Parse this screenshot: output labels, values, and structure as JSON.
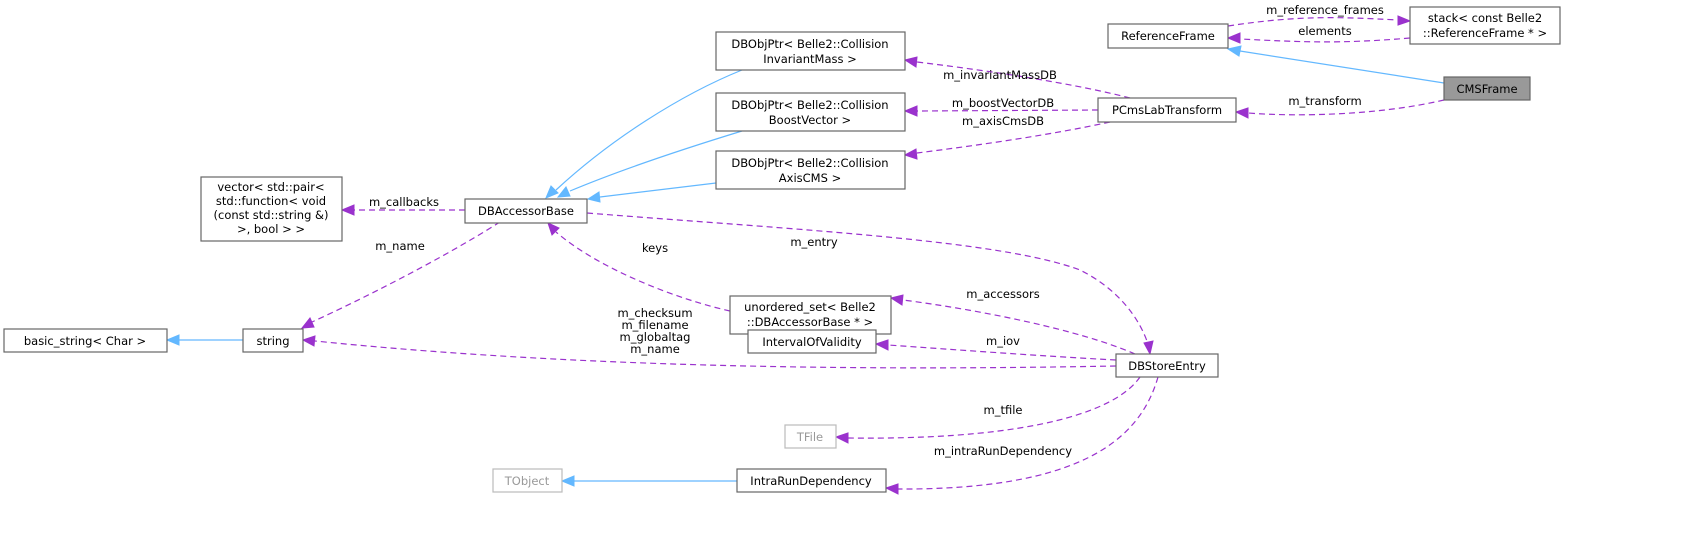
{
  "nodes": {
    "reference_frame": [
      "ReferenceFrame"
    ],
    "stack": [
      "stack< const Belle2",
      "::ReferenceFrame * >"
    ],
    "cms_frame": [
      "CMSFrame"
    ],
    "pcms": [
      "PCmsLabTransform"
    ],
    "dbobj_inv": [
      "DBObjPtr< Belle2::Collision",
      "InvariantMass >"
    ],
    "dbobj_boost": [
      "DBObjPtr< Belle2::Collision",
      "BoostVector >"
    ],
    "dbobj_axis": [
      "DBObjPtr< Belle2::Collision",
      "AxisCMS >"
    ],
    "dbaccessor": [
      "DBAccessorBase"
    ],
    "vector": [
      "vector< std::pair<",
      "std::function< void",
      "(const std::string &)",
      ">, bool > >"
    ],
    "string": [
      "string"
    ],
    "basic_string": [
      "basic_string< Char >"
    ],
    "unordered_set": [
      "unordered_set< Belle2",
      "::DBAccessorBase * >"
    ],
    "iov": [
      "IntervalOfValidity"
    ],
    "dbstore": [
      "DBStoreEntry"
    ],
    "tfile": [
      "TFile"
    ],
    "tobject": [
      "TObject"
    ],
    "intrarun": [
      "IntraRunDependency"
    ]
  },
  "edge_labels": {
    "m_reference_frames": "m_reference_frames",
    "elements": "elements",
    "m_transform": "m_transform",
    "m_invariantMassDB": "m_invariantMassDB",
    "m_boostVectorDB": "m_boostVectorDB",
    "m_axisCmsDB": "m_axisCmsDB",
    "m_callbacks": "m_callbacks",
    "m_name": "m_name",
    "keys": "keys",
    "m_entry": "m_entry",
    "m_accessors": "m_accessors",
    "string_members": [
      "m_checksum",
      "m_filename",
      "m_globaltag",
      "m_name"
    ],
    "m_iov": "m_iov",
    "m_tfile": "m_tfile",
    "m_intraRunDependency": "m_intraRunDependency"
  },
  "colors": {
    "inheritance": "#63b8ff",
    "usage": "#9a32cd",
    "selected_node": "#999999"
  }
}
